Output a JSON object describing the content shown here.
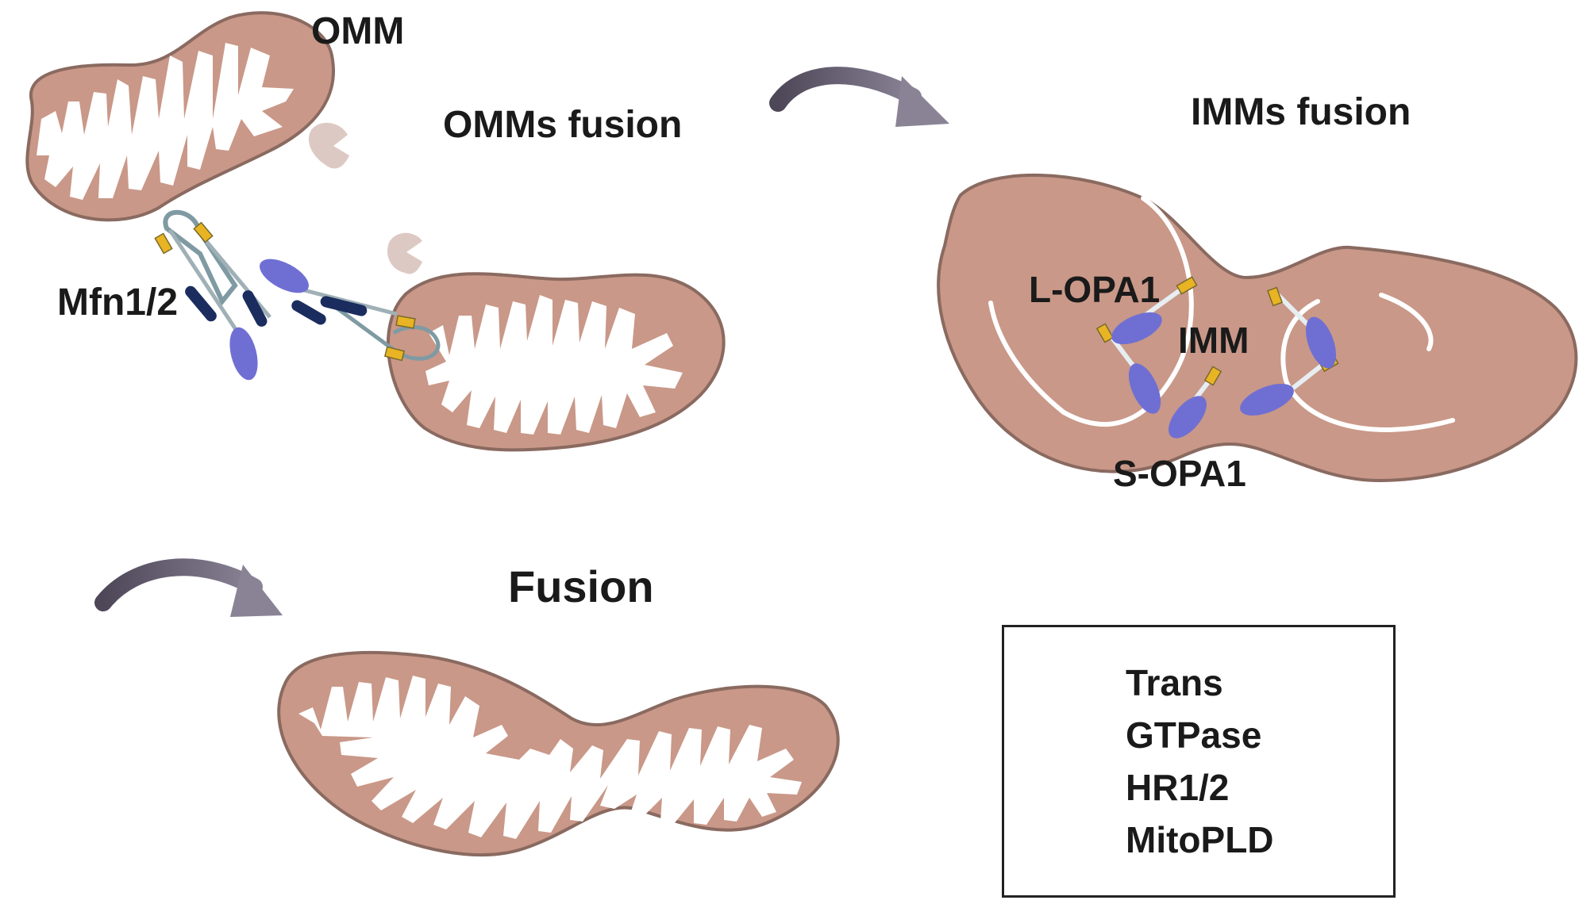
{
  "labels": {
    "omm": "OMM",
    "omms_fusion": "OMMs fusion",
    "imms_fusion": "IMMs fusion",
    "mfn": "Mfn1/2",
    "l_opa1": "L-OPA1",
    "imm": "IMM",
    "s_opa1": "S-OPA1",
    "fusion": "Fusion"
  },
  "legend": {
    "items": [
      {
        "label": "Trans",
        "icon": "trans-icon"
      },
      {
        "label": "GTPase",
        "icon": "gtpase-icon"
      },
      {
        "label": "HR1/2",
        "icon": "hr12-icon"
      },
      {
        "label": "MitoPLD",
        "icon": "mitopld-icon"
      }
    ]
  },
  "colors": {
    "membrane_fill": "#c99888",
    "membrane_stroke": "#8a6a60",
    "cristae": "#ffffff",
    "gtpase": "#6f6fd3",
    "hr12": "#1a2d5e",
    "trans": "#e8b423",
    "mitopld": "#ddc9c3",
    "arrow": "#6b6478"
  }
}
